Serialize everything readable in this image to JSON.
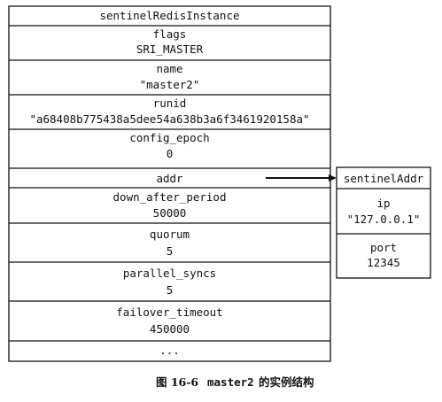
{
  "struct": {
    "title": "sentinelRedisInstance",
    "fields": [
      {
        "name": "flags",
        "value": "SRI_MASTER"
      },
      {
        "name": "name",
        "value": "\"master2\""
      },
      {
        "name": "runid",
        "value": "\"a68408b775438a5dee54a638b3a6f3461920158a\""
      },
      {
        "name": "config_epoch",
        "value": "0"
      },
      {
        "name": "addr",
        "value": ""
      },
      {
        "name": "down_after_period",
        "value": "50000"
      },
      {
        "name": "quorum",
        "value": "5"
      },
      {
        "name": "parallel_syncs",
        "value": "5"
      },
      {
        "name": "failover_timeout",
        "value": "450000"
      }
    ],
    "ellipsis": "..."
  },
  "addr_struct": {
    "title": "sentinelAddr",
    "fields": [
      {
        "name": "ip",
        "value": "\"127.0.0.1\""
      },
      {
        "name": "port",
        "value": "12345"
      }
    ]
  },
  "caption": {
    "label": "图 16-6",
    "code": "master2",
    "text": "的实例结构"
  }
}
